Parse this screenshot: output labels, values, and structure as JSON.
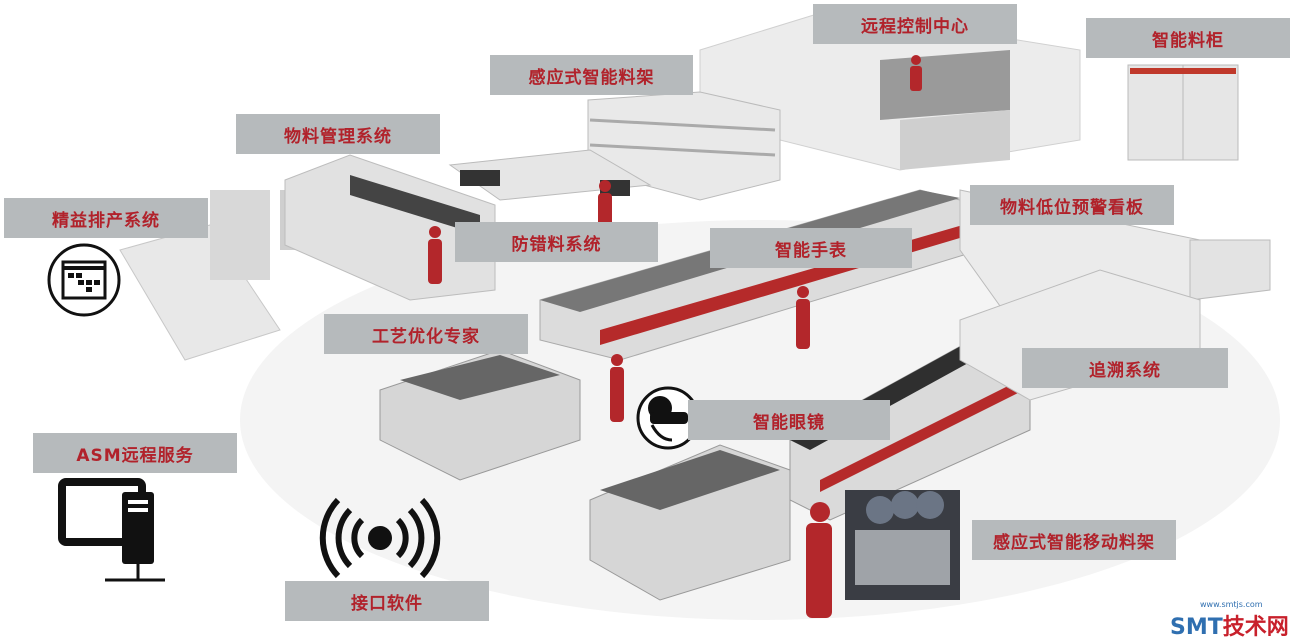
{
  "labels": {
    "remote_control_center": "远程控制中心",
    "smart_cabinet": "智能料柜",
    "sensor_smart_rack": "感应式智能料架",
    "material_management": "物料管理系统",
    "lean_scheduling": "精益排产系统",
    "error_proofing": "防错料系统",
    "low_level_warning_board": "物料低位预警看板",
    "smart_watch": "智能手表",
    "process_optimization": "工艺优化专家",
    "traceability": "追溯系统",
    "smart_glasses": "智能眼镜",
    "asm_remote_service": "ASM远程服务",
    "sensor_mobile_rack": "感应式智能移动料架",
    "interface_software": "接口软件"
  },
  "watermark": {
    "brand": "SMT",
    "suffix": "技术网",
    "url": "www.smtjs.com"
  },
  "colors": {
    "label_bg": "#b6babc",
    "label_text": "#b1222b",
    "person": "#b3272b"
  }
}
